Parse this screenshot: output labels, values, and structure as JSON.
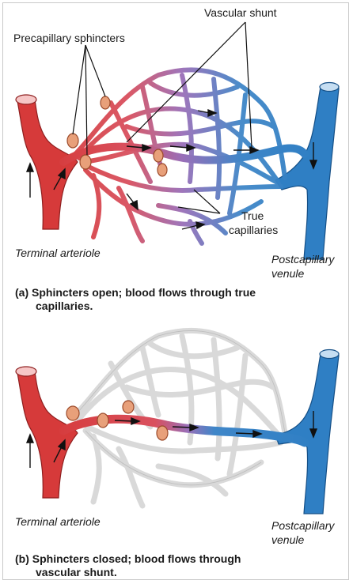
{
  "panel_a": {
    "label_vascular_shunt": "Vascular shunt",
    "label_precapillary_sphincters": "Precapillary sphincters",
    "label_true": "True",
    "label_capillaries": "capillaries",
    "label_terminal_arteriole": "Terminal arteriole",
    "label_postcapillary": "Postcapillary",
    "label_venule": "venule",
    "caption_line1": "(a) Sphincters open; blood flows through true",
    "caption_line2": "capillaries."
  },
  "panel_b": {
    "label_terminal_arteriole": "Terminal arteriole",
    "label_postcapillary": "Postcapillary",
    "label_venule": "venule",
    "caption_line1": "(b) Sphincters closed; blood flows through",
    "caption_line2": "vascular shunt."
  },
  "colors": {
    "artery": "#d63a3a",
    "vein": "#2f7fc4",
    "mix": "#9a6fb8",
    "closed": "#d9d9d9"
  }
}
